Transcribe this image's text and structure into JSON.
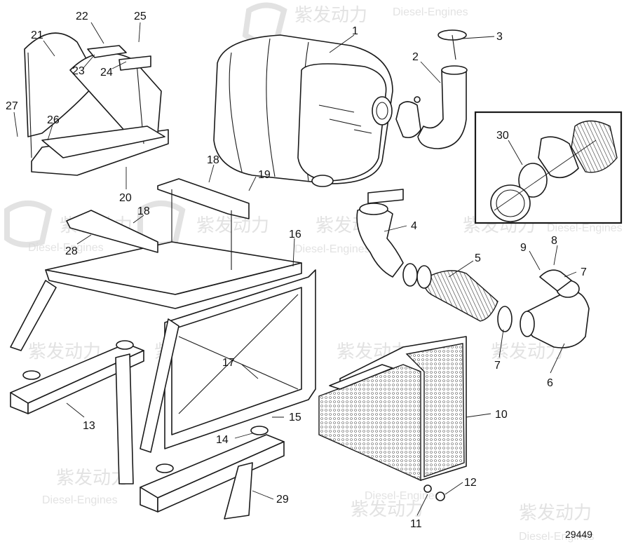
{
  "diagram": {
    "drawing_number": "29449",
    "watermark": {
      "logo_text": "紫发动力",
      "sub_text": "Diesel-Engines"
    },
    "callouts": [
      {
        "id": "c1",
        "label": "1"
      },
      {
        "id": "c2",
        "label": "2"
      },
      {
        "id": "c3",
        "label": "3"
      },
      {
        "id": "c4",
        "label": "4"
      },
      {
        "id": "c5",
        "label": "5"
      },
      {
        "id": "c6",
        "label": "6"
      },
      {
        "id": "c7a",
        "label": "7"
      },
      {
        "id": "c7b",
        "label": "7"
      },
      {
        "id": "c8",
        "label": "8"
      },
      {
        "id": "c9",
        "label": "9"
      },
      {
        "id": "c10",
        "label": "10"
      },
      {
        "id": "c11",
        "label": "11"
      },
      {
        "id": "c12",
        "label": "12"
      },
      {
        "id": "c13",
        "label": "13"
      },
      {
        "id": "c14",
        "label": "14"
      },
      {
        "id": "c15",
        "label": "15"
      },
      {
        "id": "c16",
        "label": "16"
      },
      {
        "id": "c17",
        "label": "17"
      },
      {
        "id": "c18a",
        "label": "18"
      },
      {
        "id": "c18b",
        "label": "18"
      },
      {
        "id": "c19",
        "label": "19"
      },
      {
        "id": "c20",
        "label": "20"
      },
      {
        "id": "c21",
        "label": "21"
      },
      {
        "id": "c22",
        "label": "22"
      },
      {
        "id": "c23",
        "label": "23"
      },
      {
        "id": "c24",
        "label": "24"
      },
      {
        "id": "c25",
        "label": "25"
      },
      {
        "id": "c26",
        "label": "26"
      },
      {
        "id": "c27",
        "label": "27"
      },
      {
        "id": "c28",
        "label": "28"
      },
      {
        "id": "c29",
        "label": "29"
      },
      {
        "id": "c30",
        "label": "30"
      }
    ]
  }
}
